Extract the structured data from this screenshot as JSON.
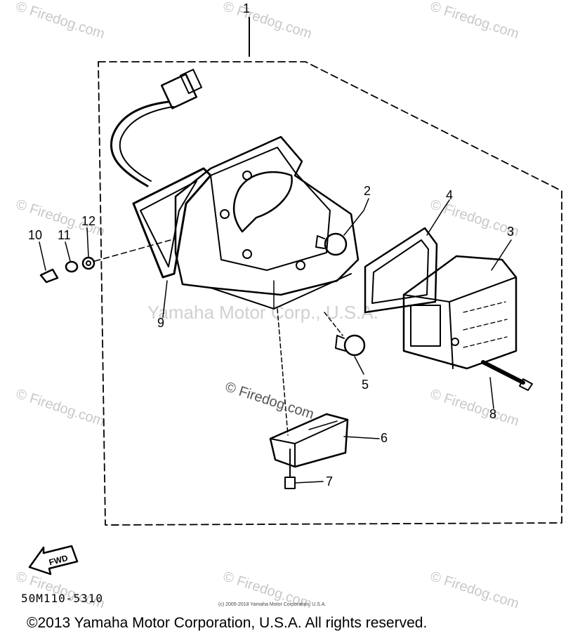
{
  "watermarks": {
    "repeat_text": "© Firedog.com",
    "center_text": "Yamaha Motor Corp., U.S.A.",
    "inline_text": "© Firedog.com"
  },
  "callouts": [
    "1",
    "2",
    "3",
    "4",
    "5",
    "6",
    "7",
    "8",
    "9",
    "10",
    "11",
    "12"
  ],
  "fwd_label": "FWD",
  "plate_number": "50M110-5310",
  "small_copyright": "(c) 2005-2018 Yamaha Motor Corporation, U.S.A.",
  "copyright": "©2013 Yamaha Motor Corporation, U.S.A. All rights reserved."
}
